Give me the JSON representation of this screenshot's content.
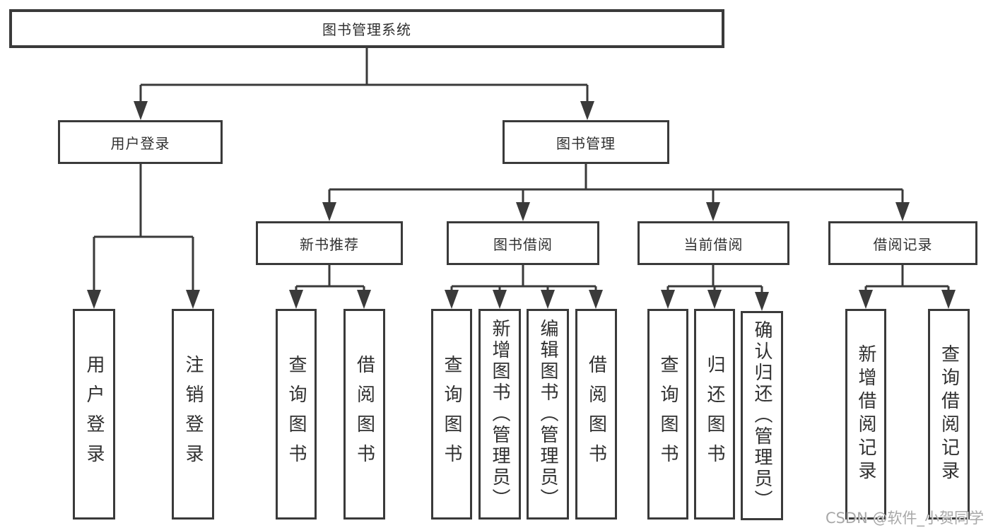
{
  "diagram": {
    "title": "图书管理系统",
    "root": "图书管理系统",
    "level2": [
      "用户登录",
      "图书管理"
    ],
    "level3": [
      "新书推荐",
      "图书借阅",
      "当前借阅",
      "借阅记录"
    ],
    "leaves_user_login": [
      "用户登录",
      "注销登录"
    ],
    "leaves_new_book": [
      "查询图书",
      "借阅图书"
    ],
    "leaves_book_borrow": [
      "查询图书",
      "新增图书（管理员）",
      "编辑图书（管理员）",
      "借阅图书"
    ],
    "leaves_current_borrow": [
      "查询图书",
      "归还图书",
      "确认归还（管理员）"
    ],
    "leaves_records": [
      "新增借阅记录",
      "查询借阅记录"
    ]
  },
  "watermark": "CSDN @软件_小贺同学",
  "colors": {
    "line": "#3a3a3a",
    "box_border": "#3a3a3a",
    "text": "#303030",
    "watermark": "#9e9e9e",
    "background": "#ffffff"
  }
}
